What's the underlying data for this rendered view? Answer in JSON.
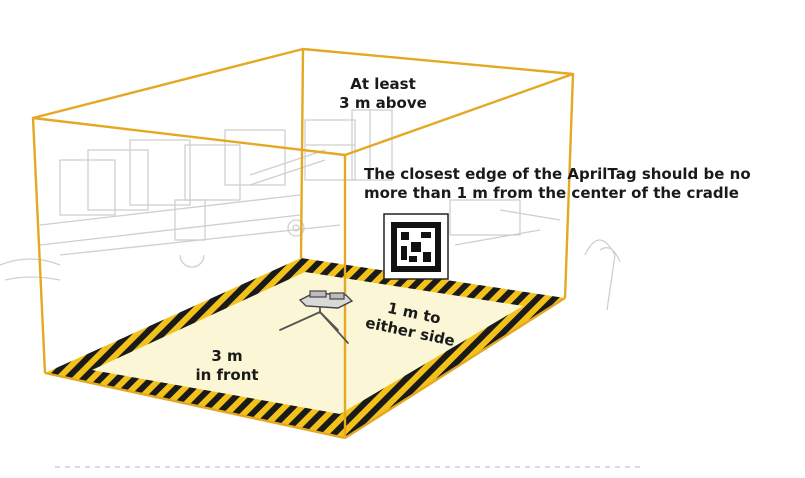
{
  "labels": {
    "above": [
      "At least",
      "3 m above"
    ],
    "apriltag": [
      "The closest edge of the AprilTag should be no",
      "more than 1 m from the center of the cradle"
    ],
    "front": [
      "3 m",
      "in front"
    ],
    "side": [
      "1 m to",
      "either side"
    ]
  },
  "colors": {
    "box_edge": "#e5a823",
    "floor": "#fbf7d6",
    "hazard_yellow": "#f2c21b",
    "hazard_black": "#1a1a1a",
    "background_sketch": "#c9c9c9",
    "text": "#1a1a1a"
  },
  "icons": [
    "apriltag-marker-icon",
    "cradle-tripod-icon",
    "hazard-stripe-border"
  ]
}
